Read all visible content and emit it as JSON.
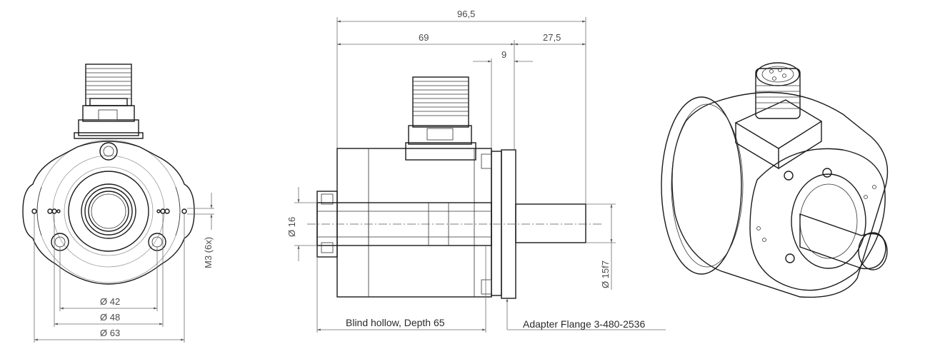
{
  "dimensions": {
    "overall_length": "96,5",
    "body_length": "69",
    "shaft_length": "27,5",
    "flange_offset": "9",
    "bore_diameter": "Ø 16",
    "shaft_diameter": "Ø 15f7",
    "bolt_circle_1": "Ø 42",
    "bolt_circle_2": "Ø 48",
    "flange_diameter": "Ø 63",
    "thread_holes": "M3 (6x)"
  },
  "labels": {
    "blind_hollow": "Blind hollow, Depth 65",
    "adapter_flange": "Adapter Flange 3-480-2536"
  }
}
